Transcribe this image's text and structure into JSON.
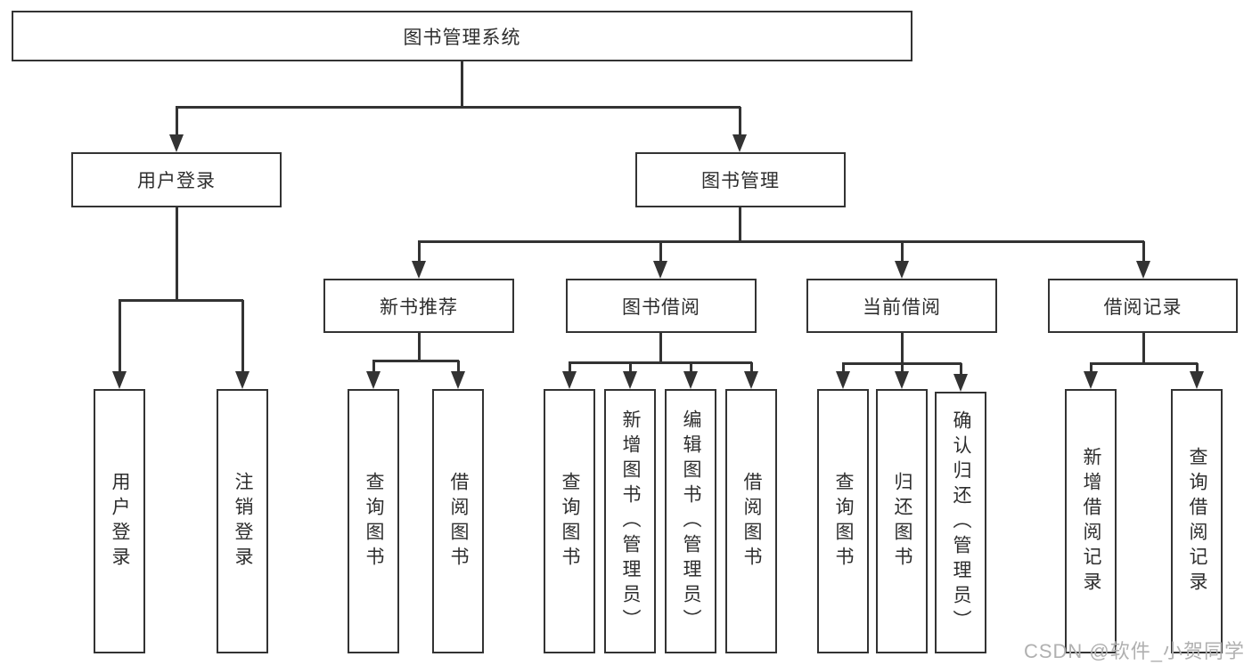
{
  "diagram": {
    "type": "hierarchy-tree",
    "root": {
      "label": "图书管理系统",
      "children": [
        {
          "label": "用户登录",
          "children": [
            {
              "label": "用户登录"
            },
            {
              "label": "注销登录"
            }
          ]
        },
        {
          "label": "图书管理",
          "children": [
            {
              "label": "新书推荐",
              "children": [
                {
                  "label": "查询图书"
                },
                {
                  "label": "借阅图书"
                }
              ]
            },
            {
              "label": "图书借阅",
              "children": [
                {
                  "label": "查询图书"
                },
                {
                  "label": "新增图书（管理员）"
                },
                {
                  "label": "编辑图书（管理员）"
                },
                {
                  "label": "借阅图书"
                }
              ]
            },
            {
              "label": "当前借阅",
              "children": [
                {
                  "label": "查询图书"
                },
                {
                  "label": "归还图书"
                },
                {
                  "label": "确认归还（管理员）"
                }
              ]
            },
            {
              "label": "借阅记录",
              "children": [
                {
                  "label": "新增借阅记录"
                },
                {
                  "label": "查询借阅记录"
                }
              ]
            }
          ]
        }
      ]
    },
    "colors": {
      "line": "#333333",
      "box_border": "#333333",
      "box_fill": "#ffffff",
      "text": "#2e2e2e",
      "background": "#ffffff",
      "watermark": "#b0b0b0"
    }
  },
  "watermark": {
    "text": "CSDN @软件_小贺同学"
  }
}
